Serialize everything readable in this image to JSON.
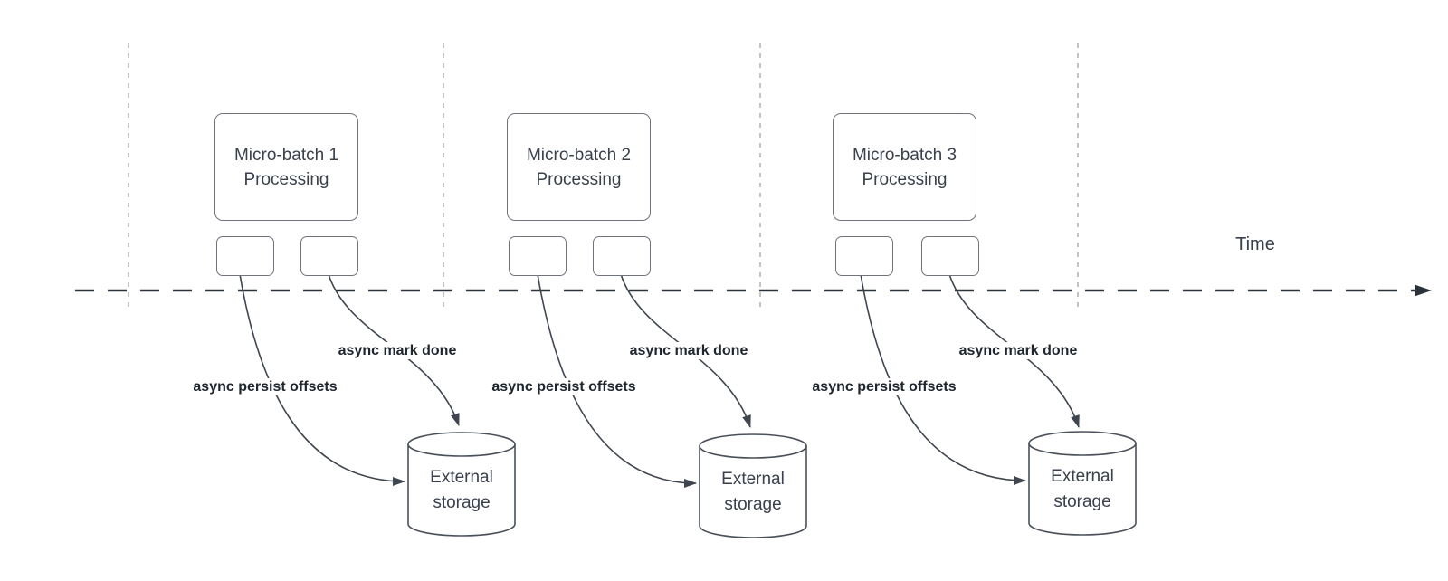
{
  "diagram": {
    "time_axis": {
      "label": "Time"
    },
    "sections": [
      {
        "name": "micro-batch-1",
        "processing_label": "Micro-batch 1\nProcessing",
        "persist_label": "async persist offsets",
        "mark_done_label": "async mark done",
        "storage_label": "External\nstorage"
      },
      {
        "name": "micro-batch-2",
        "processing_label": "Micro-batch 2\nProcessing",
        "persist_label": "async persist offsets",
        "mark_done_label": "async mark done",
        "storage_label": "External\nstorage"
      },
      {
        "name": "micro-batch-3",
        "processing_label": "Micro-batch 3\nProcessing",
        "persist_label": "async persist offsets",
        "mark_done_label": "async mark done",
        "storage_label": "External\nstorage"
      }
    ],
    "colors": {
      "background": "#ffffff",
      "box_border": "#6f747c",
      "text": "#3a414c",
      "bold_label": "#20262e",
      "arrow": "#3f464f",
      "cylinder_stroke": "#4b515b",
      "timeline": "#2c323a",
      "lane_separator": "#b0b0b0"
    }
  }
}
